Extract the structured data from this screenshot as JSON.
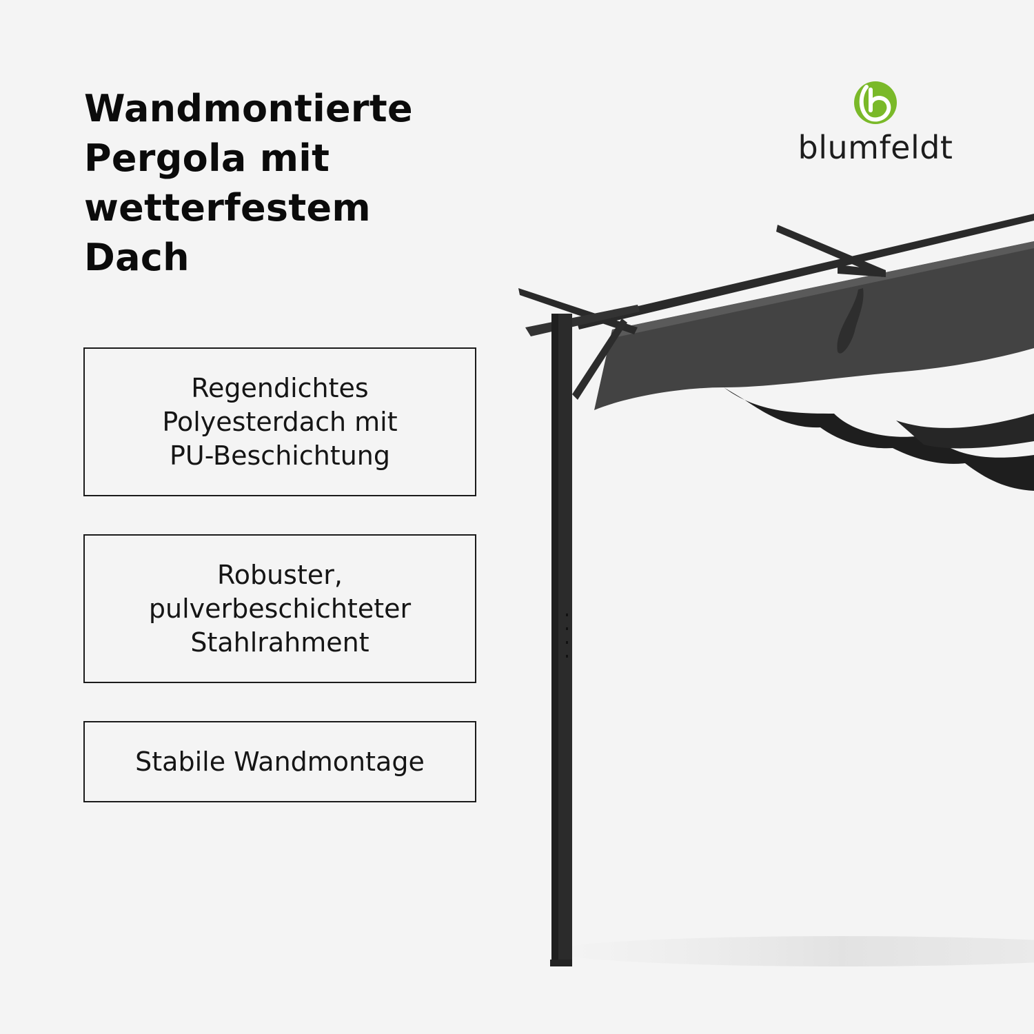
{
  "title": {
    "lines": [
      "Wandmontierte",
      "Pergola mit",
      "wetterfestem",
      "Dach"
    ]
  },
  "features": [
    {
      "lines": [
        "Regendichtes",
        "Polyesterdach mit",
        "PU-Beschichtung"
      ]
    },
    {
      "lines": [
        "Robuster,",
        "pulverbeschichteter",
        "Stahlrahment"
      ]
    },
    {
      "lines": [
        "Stabile Wandmontage"
      ]
    }
  ],
  "brand": {
    "name": "blumfeldt",
    "icon": "leaf-b-logo-icon",
    "accent": "#7ab929"
  },
  "colors": {
    "background": "#f4f4f4",
    "text": "#111111",
    "frame": "#2b2b2b",
    "canopy": "#3f3f3f"
  }
}
